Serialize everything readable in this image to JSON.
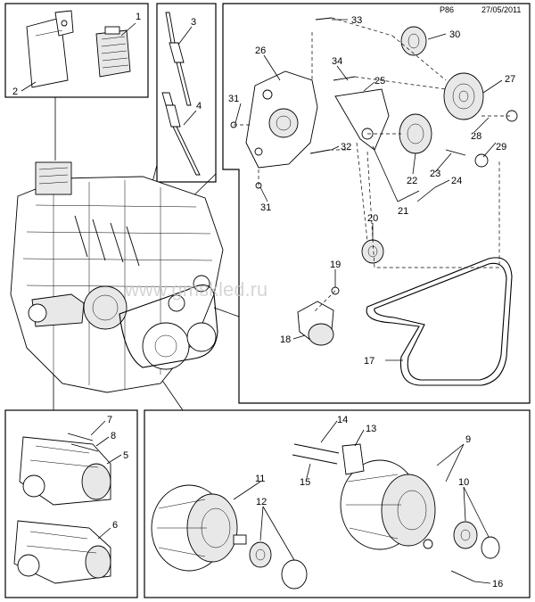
{
  "header": {
    "page_code": "P86",
    "date": "27/05/2011"
  },
  "watermark": "www.gmskled.ru",
  "callouts": [
    {
      "id": "c1",
      "label": "1"
    },
    {
      "id": "c2",
      "label": "2"
    },
    {
      "id": "c3",
      "label": "3"
    },
    {
      "id": "c4",
      "label": "4"
    },
    {
      "id": "c5",
      "label": "5"
    },
    {
      "id": "c6",
      "label": "6"
    },
    {
      "id": "c7",
      "label": "7"
    },
    {
      "id": "c8",
      "label": "8"
    },
    {
      "id": "c9",
      "label": "9"
    },
    {
      "id": "c10",
      "label": "10"
    },
    {
      "id": "c11",
      "label": "11"
    },
    {
      "id": "c12",
      "label": "12"
    },
    {
      "id": "c13",
      "label": "13"
    },
    {
      "id": "c14",
      "label": "14"
    },
    {
      "id": "c15",
      "label": "15"
    },
    {
      "id": "c16",
      "label": "16"
    },
    {
      "id": "c17",
      "label": "17"
    },
    {
      "id": "c18",
      "label": "18"
    },
    {
      "id": "c19",
      "label": "19"
    },
    {
      "id": "c20",
      "label": "20"
    },
    {
      "id": "c21",
      "label": "21"
    },
    {
      "id": "c22",
      "label": "22"
    },
    {
      "id": "c23",
      "label": "23"
    },
    {
      "id": "c24",
      "label": "24"
    },
    {
      "id": "c25",
      "label": "25"
    },
    {
      "id": "c26",
      "label": "26"
    },
    {
      "id": "c27",
      "label": "27"
    },
    {
      "id": "c28",
      "label": "28"
    },
    {
      "id": "c29",
      "label": "29"
    },
    {
      "id": "c30",
      "label": "30"
    },
    {
      "id": "c31a",
      "label": "31"
    },
    {
      "id": "c31b",
      "label": "31"
    },
    {
      "id": "c32",
      "label": "32"
    },
    {
      "id": "c33",
      "label": "33"
    },
    {
      "id": "c34",
      "label": "34"
    }
  ]
}
